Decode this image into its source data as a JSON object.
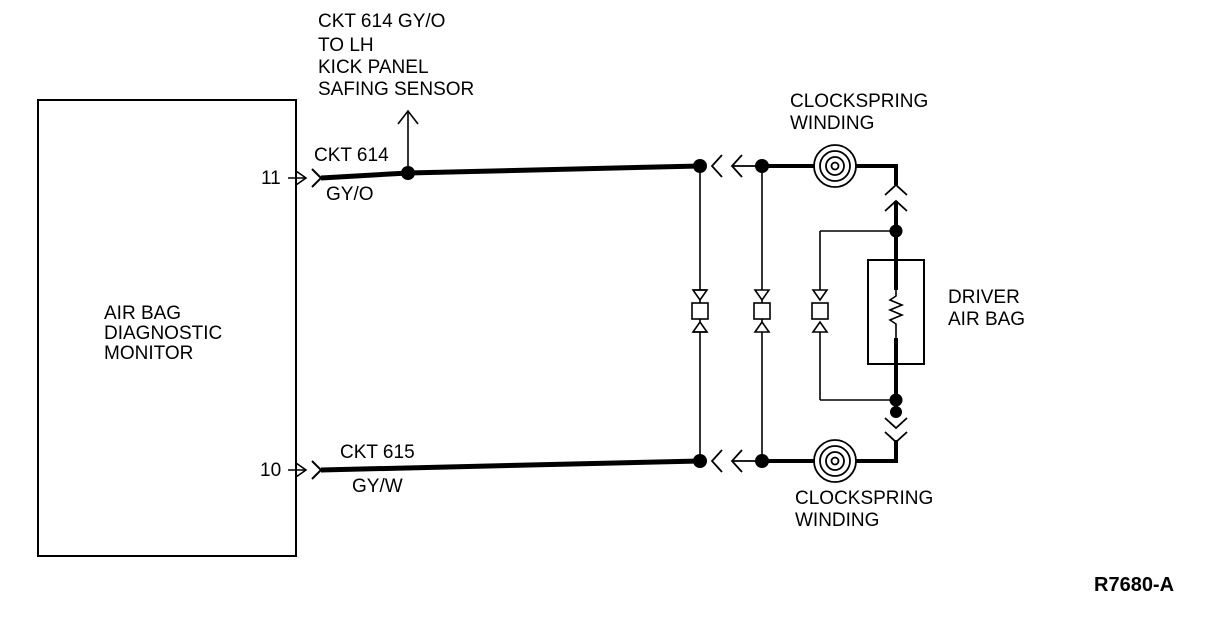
{
  "monitor": {
    "line1": "AIR BAG",
    "line2": "DIAGNOSTIC",
    "line3": "MONITOR",
    "pin_top": "11",
    "pin_bottom": "10"
  },
  "safing_note": {
    "line1": "CKT 614 GY/O",
    "line2": "TO LH",
    "line3": "KICK PANEL",
    "line4": "SAFING SENSOR"
  },
  "circuit_top": {
    "ckt": "CKT 614",
    "color": "GY/O"
  },
  "circuit_bottom": {
    "ckt": "CKT 615",
    "color": "GY/W"
  },
  "clockspring_top": {
    "line1": "CLOCKSPRING",
    "line2": "WINDING"
  },
  "clockspring_bottom": {
    "line1": "CLOCKSPRING",
    "line2": "WINDING"
  },
  "airbag": {
    "line1": "DRIVER",
    "line2": "AIR BAG"
  },
  "reference": "R7680-A"
}
